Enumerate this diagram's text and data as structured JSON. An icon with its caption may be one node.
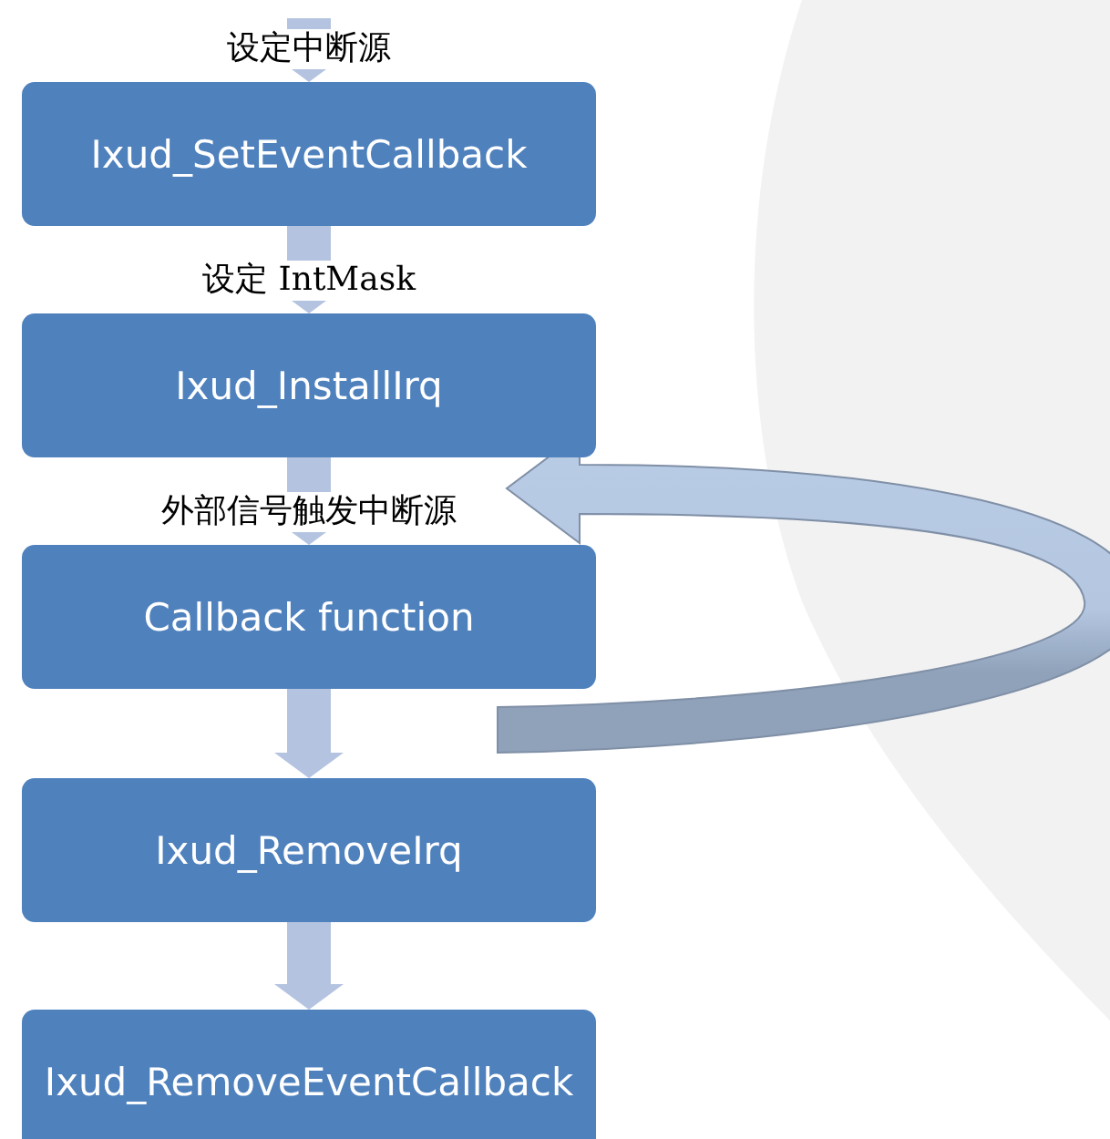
{
  "diagram": {
    "nodes": [
      {
        "text": [
          "Ixud_SetEventCallback"
        ]
      },
      {
        "text": [
          "Ixud_InstallIrq"
        ]
      },
      {
        "text": [
          "Callback function"
        ]
      },
      {
        "text": [
          "Ixud_RemoveIrq"
        ]
      },
      {
        "text": [
          "Ixud_RemoveEventCallback"
        ]
      }
    ],
    "edges": [
      {
        "from": null,
        "to": 0,
        "arrow": "to",
        "label": "设定中断源"
      },
      {
        "from": 0,
        "to": 1,
        "arrow": "to",
        "label": "设定 IntMask"
      },
      {
        "from": 1,
        "to": 2,
        "arrow": "to",
        "label": "外部信号触发中断源"
      },
      {
        "from": 2,
        "to": 3,
        "arrow": "to"
      },
      {
        "from": 3,
        "to": 4,
        "arrow": "to"
      },
      {
        "from": 2,
        "to": 2,
        "arrow": "to"
      }
    ]
  }
}
